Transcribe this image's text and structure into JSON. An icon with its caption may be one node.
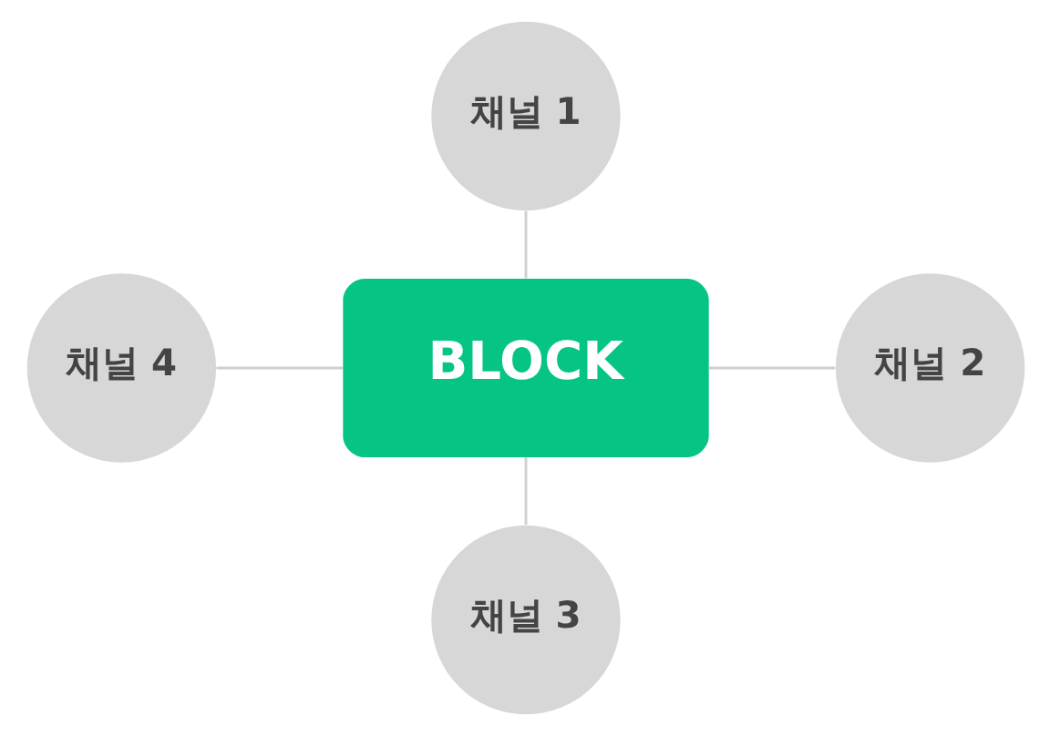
{
  "diagram": {
    "nodes": [
      {
        "text": [
          "채널 1"
        ]
      },
      {
        "text": [
          "채널 4"
        ]
      },
      {
        "text": [
          "BLOCK"
        ]
      },
      {
        "text": [
          "채널 2"
        ]
      },
      {
        "text": [
          "채널 3"
        ]
      }
    ],
    "edges": [
      {
        "from": 0,
        "to": 2,
        "arrow": "none"
      },
      {
        "from": 2,
        "to": 3,
        "arrow": "none"
      },
      {
        "from": 2,
        "to": 4,
        "arrow": "none"
      },
      {
        "from": 1,
        "to": 2,
        "arrow": "none"
      }
    ]
  }
}
